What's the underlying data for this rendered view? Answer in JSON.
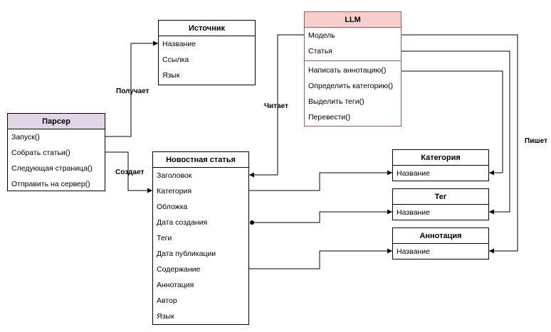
{
  "classes": {
    "source": {
      "title": "Источник",
      "fields": [
        "Название",
        "Ссылка",
        "Язык"
      ]
    },
    "llm": {
      "title": "LLM",
      "fields": [
        "Модель",
        "Статья"
      ],
      "methods": [
        "Написать аннотацию()",
        "Определить категорию()",
        "Выделить теги()",
        "Перевести()"
      ]
    },
    "parser": {
      "title": "Парсер",
      "methods": [
        "Запуск()",
        "Собрать статьи()",
        "Следующая страница()",
        "Отправить на сервер()"
      ]
    },
    "article": {
      "title": "Новостная статья",
      "fields": [
        "Заголовок",
        "Категория",
        "Обложка",
        "Дата создания",
        "Теги",
        "Дата публикации",
        "Содержание",
        "Аннотация",
        "Автор",
        "Язык"
      ]
    },
    "category": {
      "title": "Категория",
      "fields": [
        "Название"
      ]
    },
    "tag": {
      "title": "Тег",
      "fields": [
        "Название"
      ]
    },
    "annotation": {
      "title": "Аннотация",
      "fields": [
        "Название"
      ]
    }
  },
  "labels": {
    "gets": "Получает",
    "creates": "Создает",
    "reads": "Читает",
    "writes": "Пишет"
  },
  "colors": {
    "parser_header": "#e1d5e7",
    "llm_header": "#f8cecc",
    "llm_border": "#b85450"
  }
}
